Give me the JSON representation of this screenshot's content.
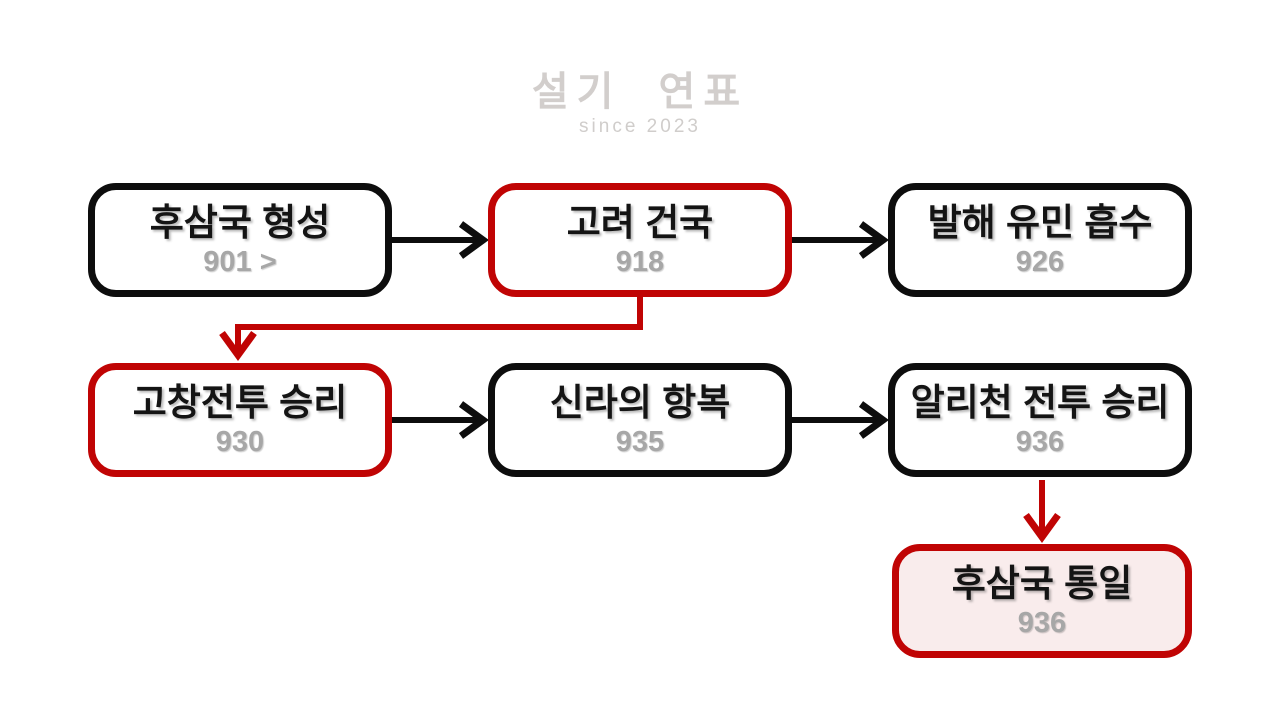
{
  "watermark": {
    "title": "설기 연표",
    "subtitle": "since 2023"
  },
  "colors": {
    "box_border_black": "#0d0d0d",
    "accent_red": "#c00404",
    "year_gray": "#a7a7a7",
    "highlight_fill_pink": "#f9ecec",
    "watermark_gray": "#c7c3c0",
    "background": "#ffffff"
  },
  "diagram": {
    "type": "flowchart-timeline",
    "nodes": [
      {
        "id": "n1",
        "label": "후삼국 형성",
        "year": "901 >",
        "style": "black-border"
      },
      {
        "id": "n2",
        "label": "고려 건국",
        "year": "918",
        "style": "red-border"
      },
      {
        "id": "n3",
        "label": "발해 유민 흡수",
        "year": "926",
        "style": "black-border"
      },
      {
        "id": "n4",
        "label": "고창전투 승리",
        "year": "930",
        "style": "red-border"
      },
      {
        "id": "n5",
        "label": "신라의 항복",
        "year": "935",
        "style": "black-border"
      },
      {
        "id": "n6",
        "label": "알리천 전투 승리",
        "year": "936",
        "style": "black-border"
      },
      {
        "id": "n7",
        "label": "후삼국 통일",
        "year": "936",
        "style": "red-border-pink-fill"
      }
    ],
    "edges": [
      {
        "from": "n1",
        "to": "n2",
        "color": "black",
        "shape": "straight"
      },
      {
        "from": "n2",
        "to": "n3",
        "color": "black",
        "shape": "straight"
      },
      {
        "from": "n2",
        "to": "n4",
        "color": "red",
        "shape": "elbow-down-left"
      },
      {
        "from": "n4",
        "to": "n5",
        "color": "black",
        "shape": "straight"
      },
      {
        "from": "n5",
        "to": "n6",
        "color": "black",
        "shape": "straight"
      },
      {
        "from": "n6",
        "to": "n7",
        "color": "red",
        "shape": "straight-down"
      }
    ]
  }
}
